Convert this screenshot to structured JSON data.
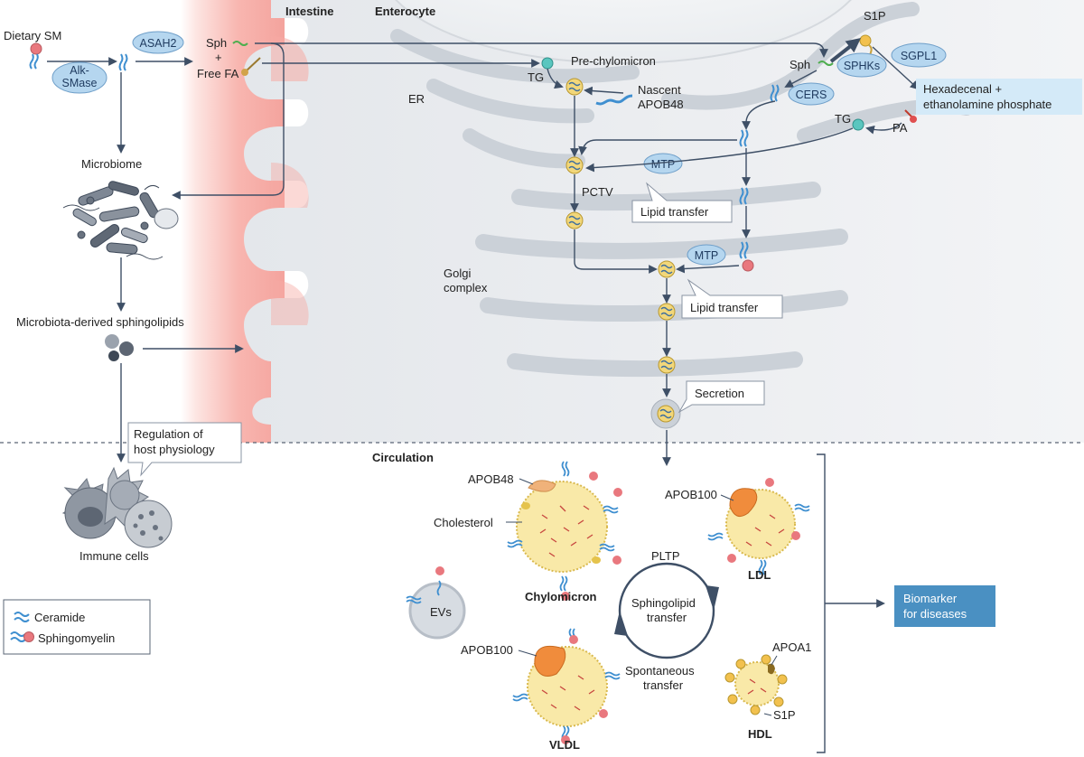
{
  "regions": {
    "intestine": "Intestine",
    "enterocyte": "Enterocyte",
    "circulation": "Circulation"
  },
  "labels": {
    "dietary_sm": "Dietary SM",
    "asah2": "ASAH2",
    "alk_smase_1": "Alk-",
    "alk_smase_2": "SMase",
    "sph_left": "Sph",
    "plus": "+",
    "free_fa": "Free FA",
    "er": "ER",
    "tg_top": "TG",
    "pre_chylomicron": "Pre-chylomicron",
    "nascent_1": "Nascent",
    "nascent_2": "APOB48",
    "s1p_top": "S1P",
    "sph_right": "Sph",
    "sphks": "SPHKs",
    "sgpl1": "SGPL1",
    "hexa_1": "Hexadecenal +",
    "hexa_2": "ethanolamine phosphate",
    "cers": "CERS",
    "tg_right": "TG",
    "pa": "PA",
    "mtp_1": "MTP",
    "mtp_2": "MTP",
    "lipid_transfer_1": "Lipid transfer",
    "lipid_transfer_2": "Lipid transfer",
    "pctv": "PCTV",
    "golgi_1": "Golgi",
    "golgi_2": "complex",
    "secretion": "Secretion",
    "microbiome": "Microbiome",
    "microbiota_sph": "Microbiota-derived sphingolipids",
    "regulation_1": "Regulation of",
    "regulation_2": "host physiology",
    "immune_cells": "Immune cells",
    "apob48": "APOB48",
    "cholesterol": "Cholesterol",
    "chylomicron": "Chylomicron",
    "apob100_ldl": "APOB100",
    "ldl": "LDL",
    "pltp": "PLTP",
    "sph_transfer_1": "Sphingolipid",
    "sph_transfer_2": "transfer",
    "spont_1": "Spontaneous",
    "spont_2": "transfer",
    "evs": "EVs",
    "apob100_vldl": "APOB100",
    "vldl": "VLDL",
    "apoa1": "APOA1",
    "s1p_hdl": "S1P",
    "hdl": "HDL",
    "biomarker_1": "Biomarker",
    "biomarker_2": "for diseases"
  },
  "legend": {
    "ceramide": "Ceramide",
    "sphingomyelin": "Sphingomyelin"
  },
  "colors": {
    "pill": "#b5d6ef",
    "pill_stroke": "#6f9fc9",
    "hexa_box": "#d4eaf8",
    "biomarker_box": "#4a90c2",
    "lipid_blue": "#3f8fd0",
    "head_pink": "#e9787e",
    "tg_teal": "#5ac6bf",
    "particle_yellow": "#f2d77a",
    "apob_orange": "#f08c3c",
    "cell_gray": "#dde1e6",
    "golgi_gray": "#cbd1d8",
    "intestine_pink": "#f6a9a4",
    "arrow": "#3e4f66"
  },
  "icons": [
    "ceramide-icon",
    "sphingomyelin-icon",
    "lipoprotein-icon",
    "bacteria-icon",
    "immune-cell-icon"
  ]
}
